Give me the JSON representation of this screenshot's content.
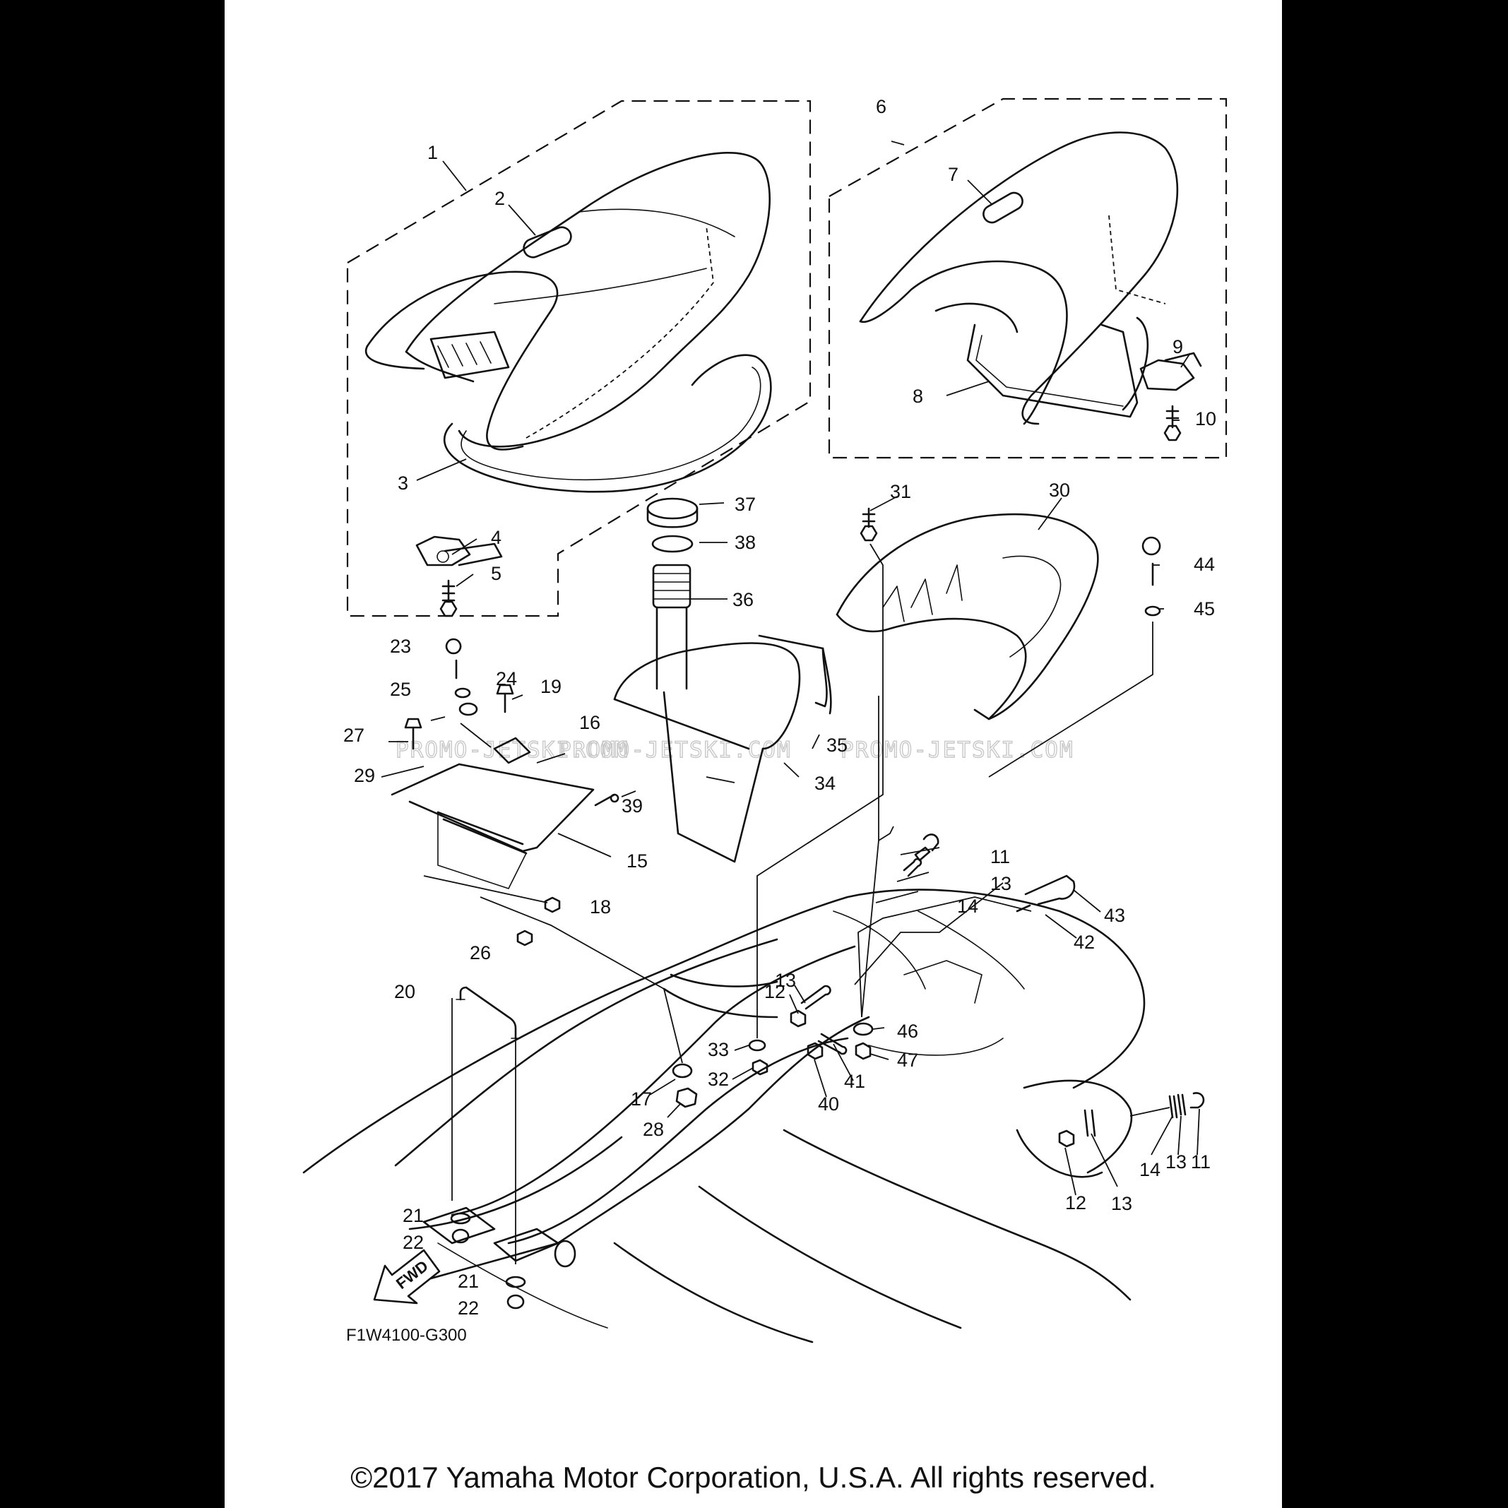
{
  "drawing_code": "F1W4100-G300",
  "copyright": "©2017 Yamaha Motor Corporation, U.S.A. All rights reserved.",
  "direction_label": "FWD",
  "watermark": [
    "PROMO-JETSKI.COM",
    "PROMO-JETSKI.COM",
    "PROMO-JETSKI.COM"
  ],
  "callouts": {
    "p1": "1",
    "p2": "2",
    "p3": "3",
    "p4": "4",
    "p5": "5",
    "p6": "6",
    "p7": "7",
    "p8": "8",
    "p9": "9",
    "p10": "10",
    "p11a": "11",
    "p11b": "11",
    "p12a": "12",
    "p12b": "12",
    "p13a": "13",
    "p13b": "13",
    "p13c": "13",
    "p13d": "13",
    "p14a": "14",
    "p14b": "14",
    "p15": "15",
    "p16": "16",
    "p17": "17",
    "p18": "18",
    "p19": "19",
    "p20": "20",
    "p21a": "21",
    "p21b": "21",
    "p22a": "22",
    "p22b": "22",
    "p23": "23",
    "p24": "24",
    "p25": "25",
    "p26": "26",
    "p27": "27",
    "p28": "28",
    "p29": "29",
    "p30": "30",
    "p31": "31",
    "p32": "32",
    "p33": "33",
    "p34": "34",
    "p35": "35",
    "p36": "36",
    "p37": "37",
    "p38": "38",
    "p39": "39",
    "p40": "40",
    "p41": "41",
    "p42": "42",
    "p43": "43",
    "p44": "44",
    "p45": "45",
    "p46": "46",
    "p47": "47"
  }
}
